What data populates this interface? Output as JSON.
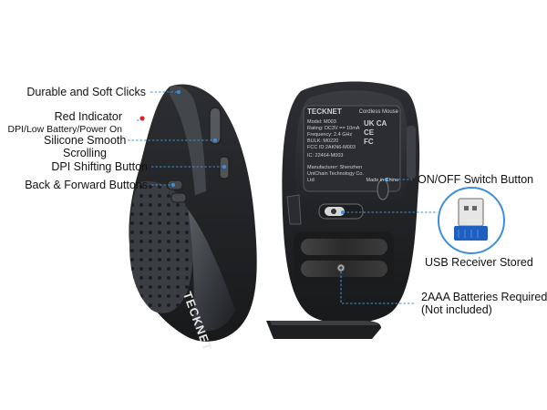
{
  "left_labels": {
    "clicks": "Durable and Soft Clicks",
    "red_indicator_title": "Red Indicator",
    "red_indicator_sub": "DPI/Low Battery/Power On",
    "scrolling_1": "Silicone Smooth",
    "scrolling_2": "Scrolling",
    "dpi": "DPI Shifting Button",
    "back_forward": "Back & Forward Buttons"
  },
  "right_labels": {
    "switch": "ON/OFF Switch Button",
    "receiver": "USB Receiver Stored",
    "batteries_1": "2AAA Batteries Required",
    "batteries_2": "(Not included)"
  },
  "brand": "TECKNET",
  "underside": {
    "brand": "TECKNET",
    "product": "Cordless Mouse",
    "model": "Model: M003",
    "rating": "Rating: DC3V == 10mA",
    "frequency": "Frequency: 2.4 GHz",
    "bulk": "BULK: M0220",
    "fcc": "FCC ID:2AKN6-M003",
    "marks": [
      "UK CA",
      "CE",
      "FC"
    ],
    "ic": "IC: 22464-M003",
    "manufacturer": "Manufacturer: Shenzhen UniChain Technology Co. Ltd",
    "made_in": "Made in China"
  },
  "colors": {
    "callout_line": "#3b8fd9",
    "indicator_red": "#d8261f",
    "receiver_blue": "#1f5fbf",
    "mouse_body": "#2f3236"
  }
}
